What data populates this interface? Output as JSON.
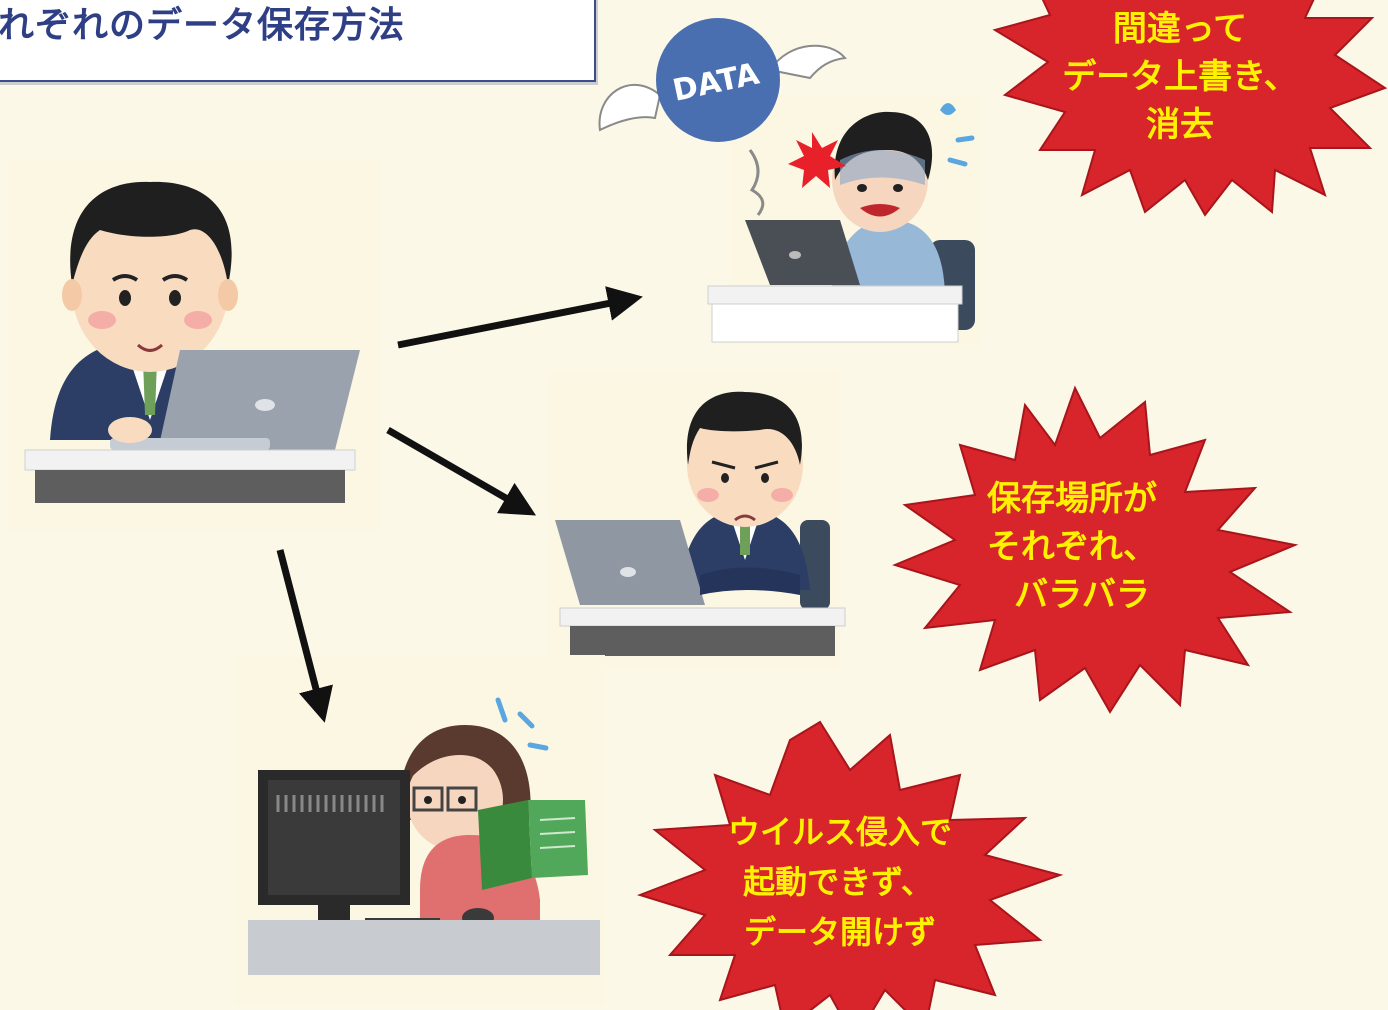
{
  "title": "れぞれのデータ保存方法",
  "data_badge": "DATA",
  "bursts": [
    {
      "line1": "間違って",
      "line2": "データ上書き、",
      "line3": "消去"
    },
    {
      "line1": "保存場所が",
      "line2": "それぞれ、",
      "line3": "バラバラ"
    },
    {
      "line1": "ウイルス侵入で",
      "line2": "起動できず、",
      "line3": "データ開けず"
    }
  ],
  "colors": {
    "background": "#fbf8e7",
    "title": "#2f3f86",
    "burst_fill": "#d8242b",
    "burst_text": "#fff200",
    "suit": "#2d3e66",
    "data_bubble": "#4a6fb0"
  }
}
